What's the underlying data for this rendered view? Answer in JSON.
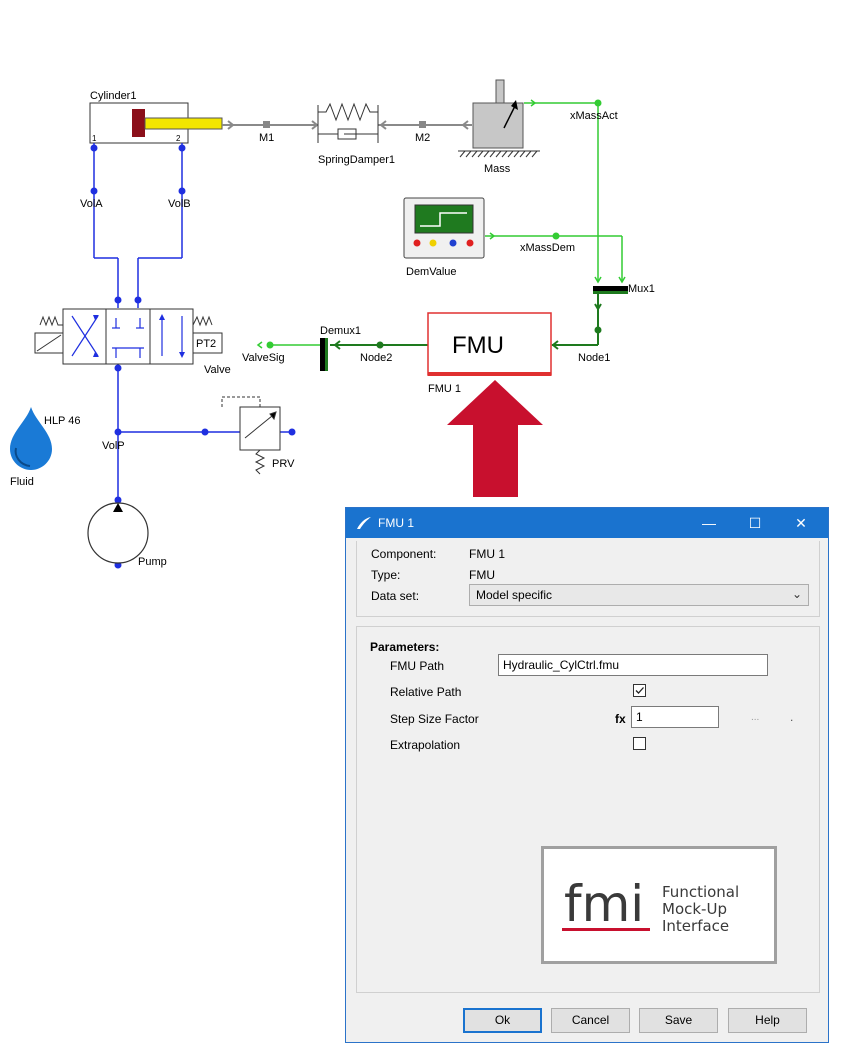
{
  "diagram": {
    "labels": {
      "cylinder": "Cylinder1",
      "port1": "1",
      "port2": "2",
      "m1": "M1",
      "m2": "M2",
      "spring_damper": "SpringDamper1",
      "mass": "Mass",
      "x_mass_act": "xMassAct",
      "vol_a": "VolA",
      "vol_b": "VolB",
      "dem_value": "DemValue",
      "x_mass_dem": "xMassDem",
      "mux": "Mux1",
      "demux": "Demux1",
      "fmu_block": "FMU",
      "fmu_name": "FMU 1",
      "node1": "Node1",
      "node2": "Node2",
      "valve_sig": "ValveSig",
      "valve": "Valve",
      "pt2": "PT2",
      "fluid_type": "HLP 46",
      "fluid": "Fluid",
      "vol_p": "VolP",
      "prv": "PRV",
      "pump": "Pump"
    },
    "colors": {
      "hydraulic": "#1f2fe0",
      "signal": "#33cc33",
      "signal_dark": "#1e7a1e",
      "fmu_border": "#e03030",
      "arrow": "#c8102e",
      "cylinder_rod": "#f2e600",
      "piston": "#8b0f1a",
      "fluid": "#1a7ad6"
    }
  },
  "dialog": {
    "title": "FMU 1",
    "window_controls": {
      "minimize": "—",
      "maximize": "☐",
      "close": "✕"
    },
    "info": {
      "component_label": "Component:",
      "component_value": "FMU 1",
      "type_label": "Type:",
      "type_value": "FMU",
      "dataset_label": "Data set:",
      "dataset_value": "Model specific"
    },
    "parameters": {
      "header": "Parameters:",
      "fmu_path_label": "FMU Path",
      "fmu_path_value": "Hydraulic_CylCtrl.fmu",
      "relative_path_label": "Relative Path",
      "relative_path_checked": true,
      "step_size_label": "Step Size Factor",
      "fx_label": "fx",
      "step_size_value": "1",
      "ellipsis": "...",
      "extrapolation_label": "Extrapolation",
      "extrapolation_checked": false
    },
    "logo": {
      "mark": "fmi",
      "line1": "Functional",
      "line2": "Mock-Up",
      "line3": "Interface"
    },
    "buttons": {
      "ok": "Ok",
      "cancel": "Cancel",
      "save": "Save",
      "help": "Help"
    }
  }
}
